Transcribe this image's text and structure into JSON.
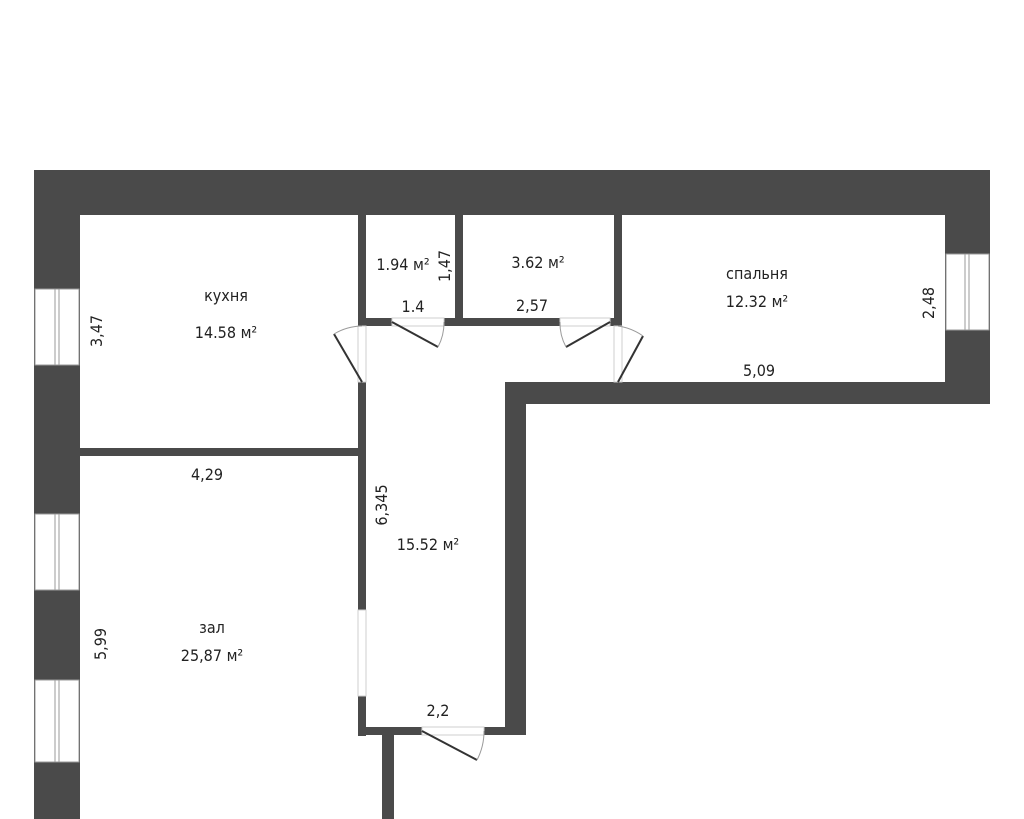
{
  "rooms": {
    "kitchen": {
      "name": "кухня",
      "area": "14.58 м²"
    },
    "bath": {
      "area": "1.94 м²"
    },
    "wc": {
      "area": "3.62 м²"
    },
    "bedroom": {
      "name": "спальня",
      "area": "12.32 м²"
    },
    "hall": {
      "area": "15.52 м²"
    },
    "living": {
      "name": "зал",
      "area": "25,87 м²"
    }
  },
  "dimensions": {
    "kitchen_height": "3,47",
    "kitchen_width": "4,29",
    "bath_height": "1,47",
    "bath_width": "1.4",
    "wc_width": "2,57",
    "bedroom_height": "2,48",
    "bedroom_width": "5,09",
    "hall_length": "6,345",
    "hall_width": "2,2",
    "living_height": "5,99"
  }
}
